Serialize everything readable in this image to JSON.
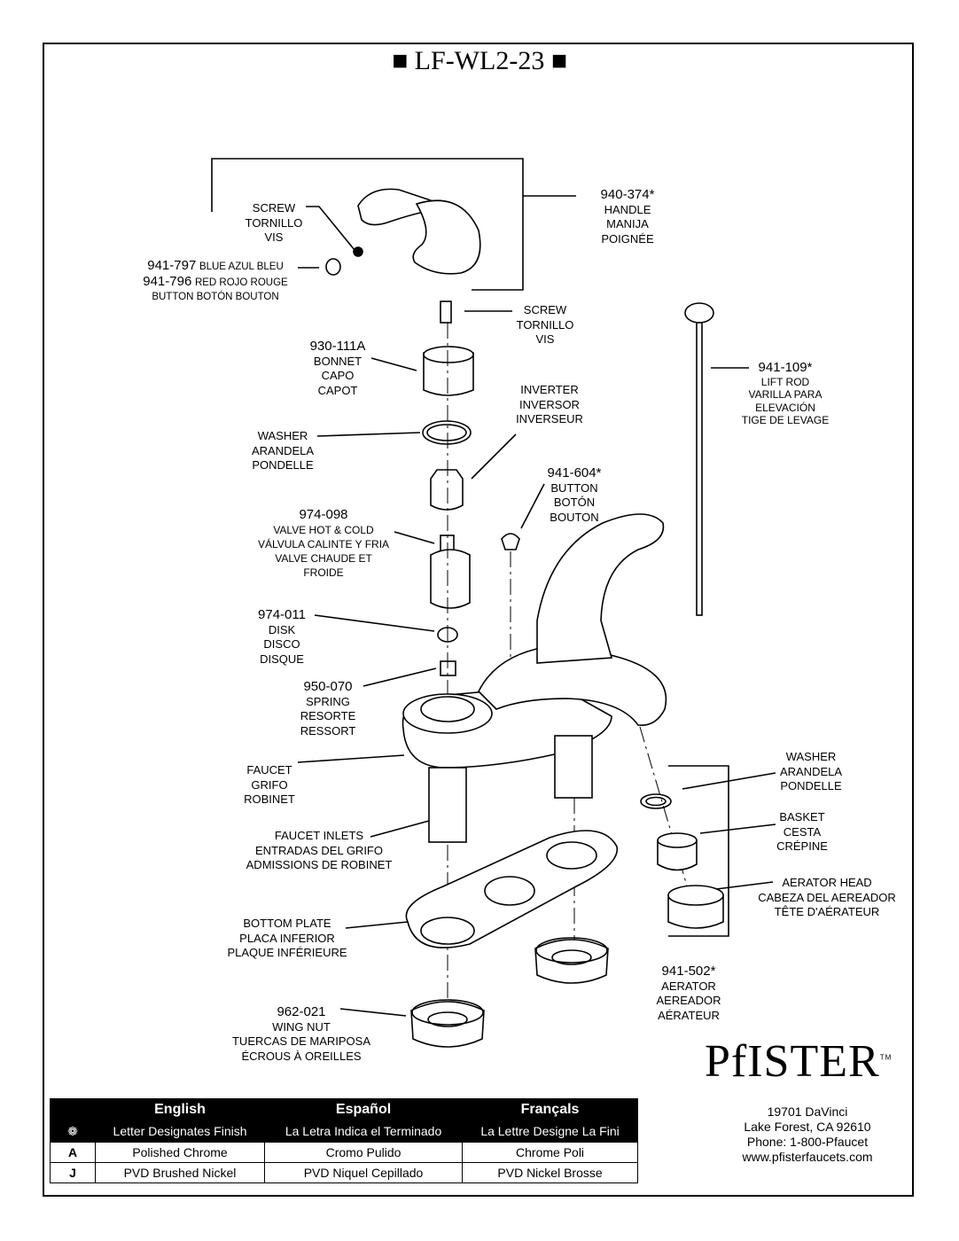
{
  "title": "■ LF-WL2-23 ■",
  "parts": {
    "handle": {
      "number": "940-374*",
      "lines": [
        "HANDLE",
        "MANIJA",
        "POIGNÉE"
      ]
    },
    "screw_top": {
      "lines": [
        "SCREW",
        "TORNILLO",
        "VIS"
      ]
    },
    "button_color": {
      "blue_num": "941-797",
      "blue_text": "BLUE AZUL BLEU",
      "red_num": "941-796",
      "red_text": "RED ROJO ROUGE",
      "text": "BUTTON BOTÓN BOUTON"
    },
    "screw_mid": {
      "lines": [
        "SCREW",
        "TORNILLO",
        "VIS"
      ]
    },
    "bonnet": {
      "number": "930-111A",
      "lines": [
        "BONNET",
        "CAPO",
        "CAPOT"
      ]
    },
    "lift_rod": {
      "number": "941-109*",
      "lines": [
        "LIFT ROD",
        "VARILLA PARA",
        "ELEVACIÓN",
        "TIGE DE LEVAGE"
      ]
    },
    "inverter": {
      "lines": [
        "INVERTER",
        "INVERSOR",
        "INVERSEUR"
      ]
    },
    "washer_top": {
      "lines": [
        "WASHER",
        "ARANDELA",
        "PONDELLE"
      ]
    },
    "button": {
      "number": "941-604*",
      "lines": [
        "BUTTON",
        "BOTÓN",
        "BOUTON"
      ]
    },
    "valve": {
      "number": "974-098",
      "lines": [
        "VALVE HOT & COLD",
        "VÁLVULA CALINTE Y FRIA",
        "VALVE CHAUDE ET",
        "FROIDE"
      ]
    },
    "disk": {
      "number": "974-011",
      "lines": [
        "DISK",
        "DISCO",
        "DISQUE"
      ]
    },
    "spring": {
      "number": "950-070",
      "lines": [
        "SPRING",
        "RESORTE",
        "RESSORT"
      ]
    },
    "faucet": {
      "lines": [
        "FAUCET",
        "GRIFO",
        "ROBINET"
      ]
    },
    "washer_right": {
      "lines": [
        "WASHER",
        "ARANDELA",
        "PONDELLE"
      ]
    },
    "basket": {
      "lines": [
        "BASKET",
        "CESTA",
        "CRÉPINE"
      ]
    },
    "inlets": {
      "lines": [
        "FAUCET INLETS",
        "ENTRADAS DEL GRIFO",
        "ADMISSIONS DE ROBINET"
      ]
    },
    "aerator_head": {
      "lines": [
        "AERATOR HEAD",
        "CABEZA DEL AEREADOR",
        "TÊTE D'AÉRATEUR"
      ]
    },
    "bottom_plate": {
      "lines": [
        "BOTTOM PLATE",
        "PLACA INFERIOR",
        "PLAQUE INFÉRIEURE"
      ]
    },
    "aerator": {
      "number": "941-502*",
      "lines": [
        "AERATOR",
        "AEREADOR",
        "AÉRATEUR"
      ]
    },
    "wing_nut": {
      "number": "962-021",
      "lines": [
        "WING NUT",
        "TUERCAS DE MARIPOSA",
        "ÉCROUS À OREILLES"
      ]
    }
  },
  "brand": {
    "name": "PfISTER",
    "tm": "TM"
  },
  "address": [
    "19701 DaVinci",
    "Lake Forest, CA 92610",
    "Phone: 1-800-Pfaucet",
    "www.pfisterfaucets.com"
  ],
  "finish_table": {
    "headers": [
      "English",
      "Español",
      "Françals"
    ],
    "symbol": "❁",
    "subheaders": [
      "Letter Designates Finish",
      "La Letra Indica el Terminado",
      "La Lettre Designe La Fini"
    ],
    "rows": [
      {
        "key": "A",
        "en": "Polished Chrome",
        "es": "Cromo Pulido",
        "fr": "Chrome Poli"
      },
      {
        "key": "J",
        "en": "PVD Brushed Nickel",
        "es": "PVD Niquel Cepillado",
        "fr": "PVD Nickel Brosse"
      }
    ]
  }
}
